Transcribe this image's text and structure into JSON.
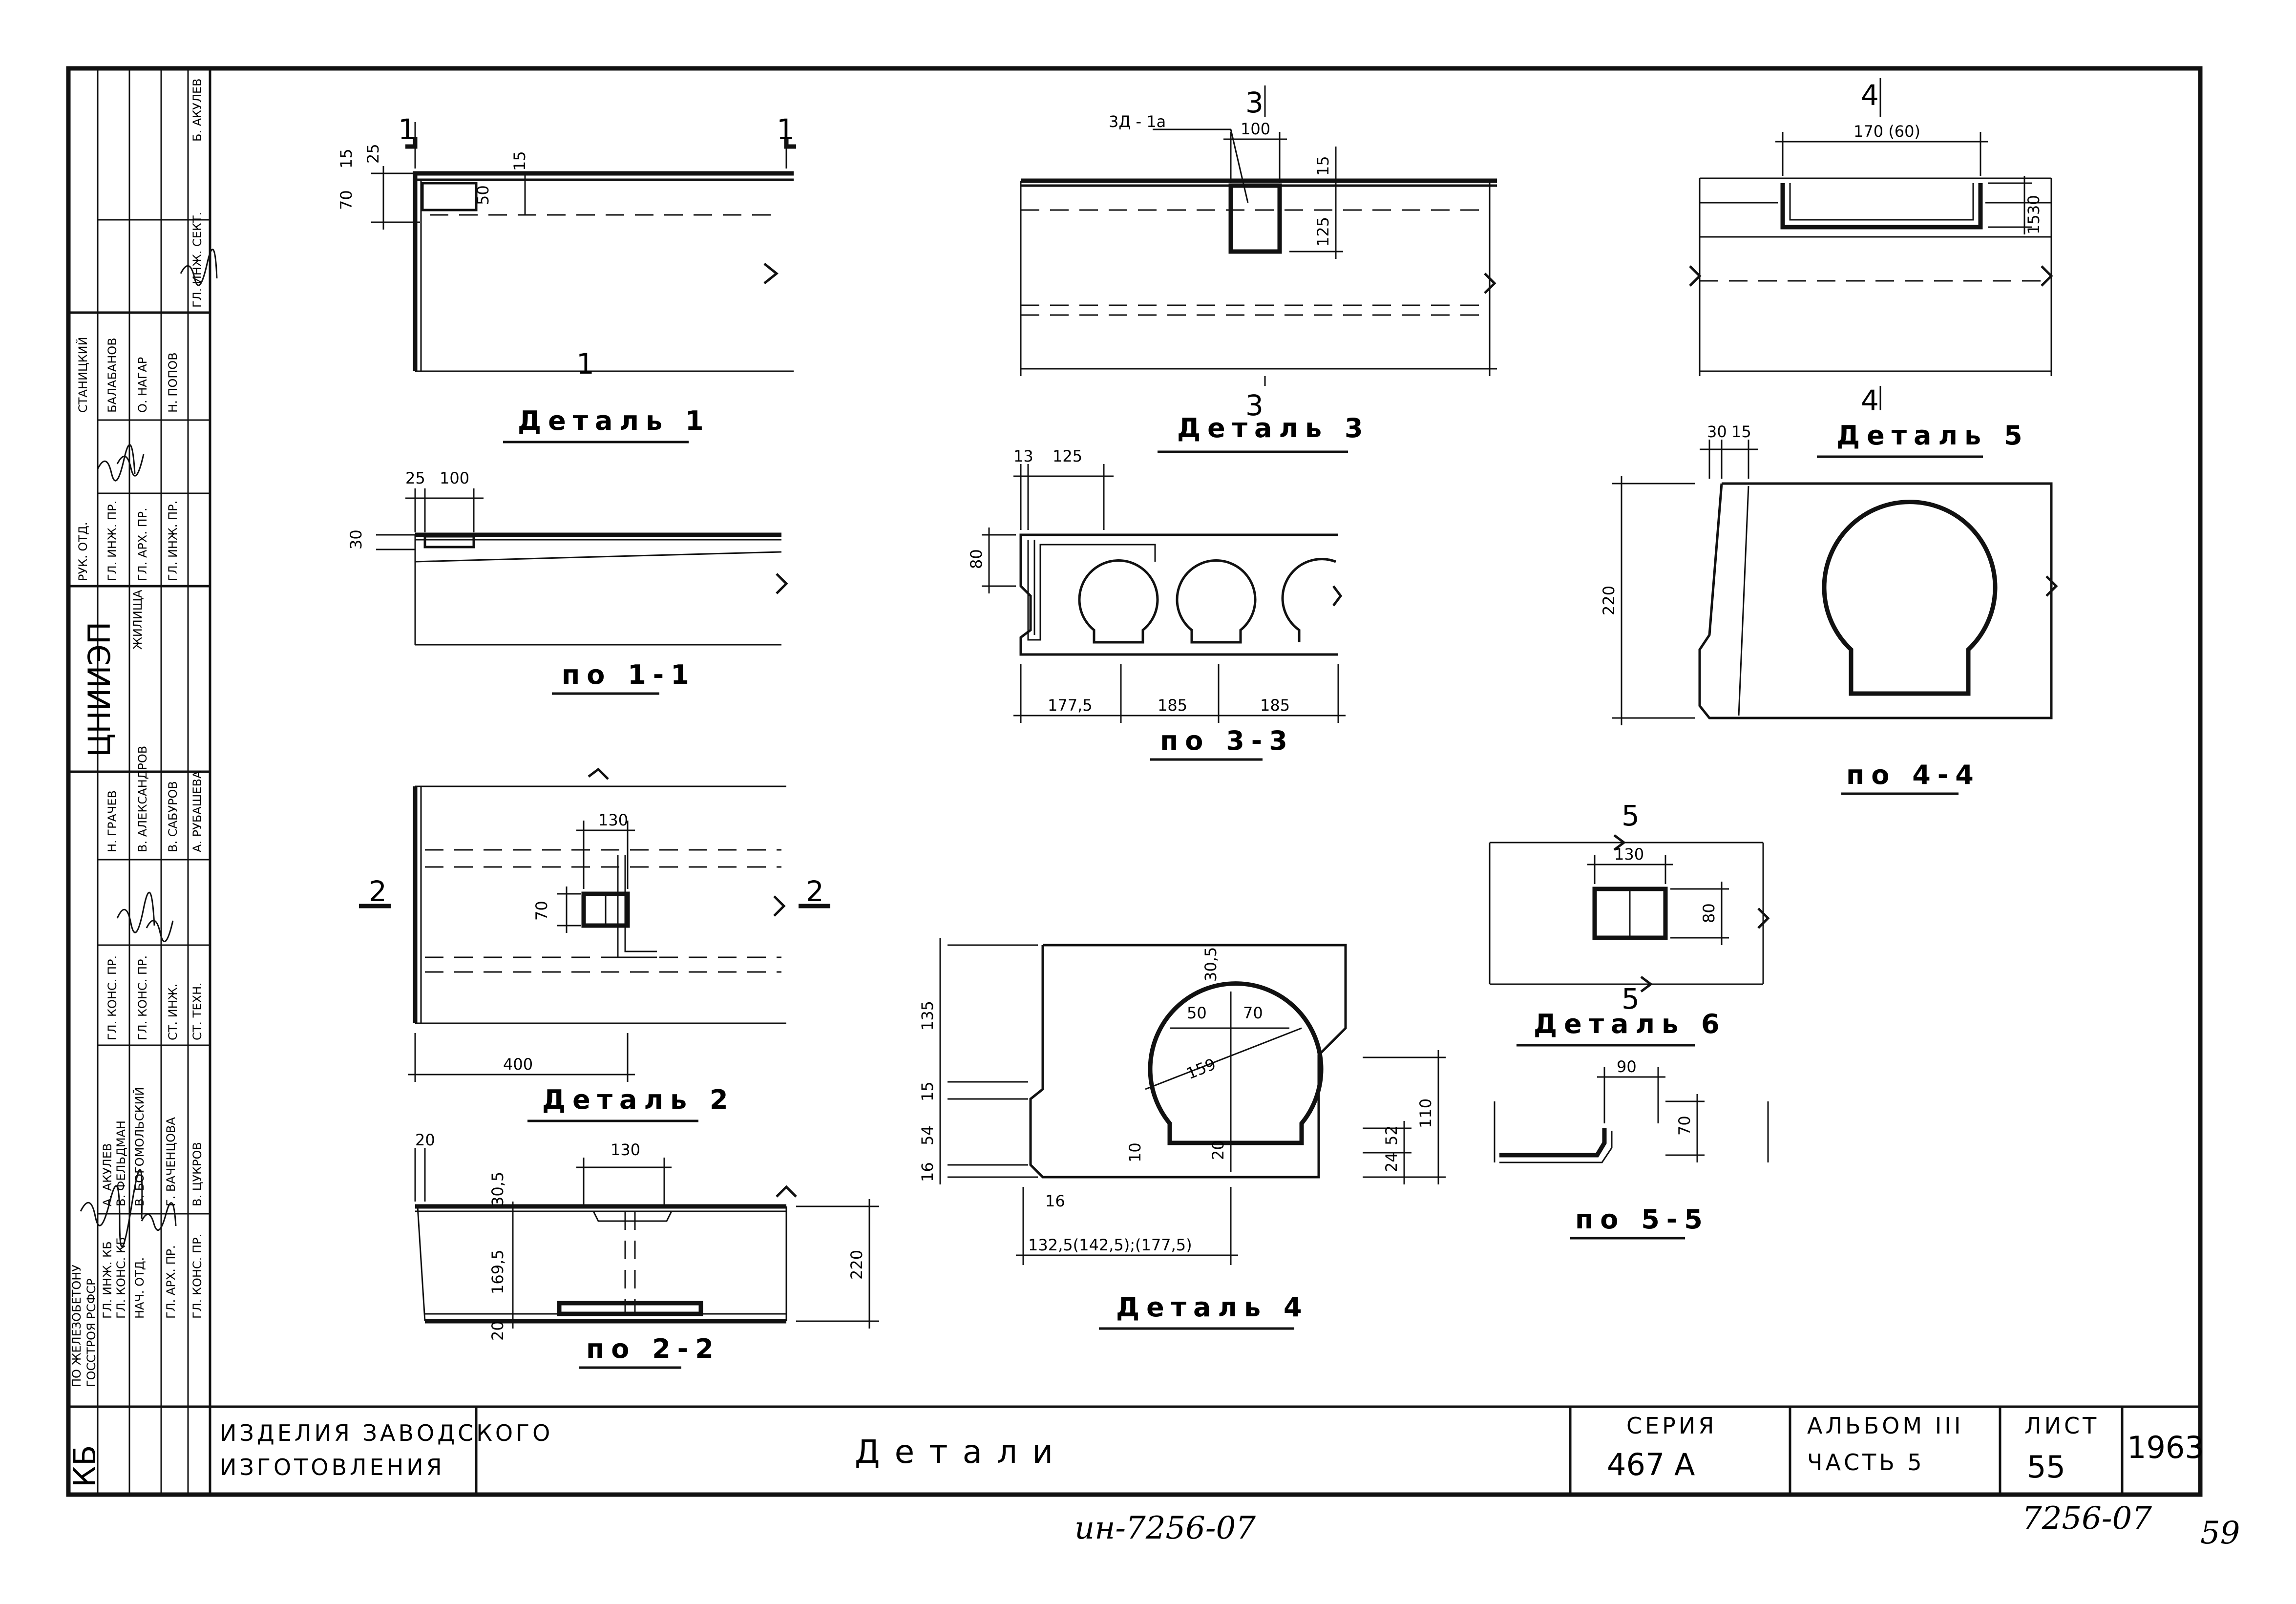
{
  "details": {
    "d1": {
      "caption": "Деталь 1",
      "dims": [
        "70",
        "15",
        "25",
        "15",
        "50",
        "1",
        "1",
        "1"
      ]
    },
    "p11": {
      "caption": "по 1-1",
      "dims": [
        "25",
        "100",
        "30"
      ]
    },
    "d2": {
      "caption": "Деталь 2",
      "dims": [
        "130",
        "70",
        "400",
        "2",
        "2"
      ]
    },
    "p22": {
      "caption": "по 2-2",
      "dims": [
        "20",
        "130",
        "30,5",
        "169,5",
        "20",
        "220"
      ]
    },
    "d3": {
      "caption": "Деталь 3",
      "dims": [
        "3",
        "3",
        "3Д - 1а",
        "100",
        "15",
        "125"
      ]
    },
    "p33": {
      "caption": "по 3-3",
      "dims": [
        "13",
        "125",
        "80",
        "177,5",
        "185",
        "185"
      ]
    },
    "d4": {
      "caption": "Деталь 4",
      "dims": [
        "135",
        "15",
        "54",
        "16",
        "30,5",
        "50",
        "70",
        "159",
        "10",
        "20",
        "24",
        "52",
        "110",
        "16",
        "132,5(142,5);(177,5)"
      ]
    },
    "d5": {
      "caption": "Деталь 5",
      "dims": [
        "4",
        "4",
        "170 (60)",
        "30",
        "15"
      ]
    },
    "p44": {
      "caption": "по 4-4",
      "dims": [
        "30",
        "15",
        "220"
      ]
    },
    "d6": {
      "caption": "Деталь 6",
      "dims": [
        "5",
        "5",
        "130",
        "80"
      ]
    },
    "p55": {
      "caption": "по 5-5",
      "dims": [
        "90",
        "70"
      ]
    }
  },
  "title_block": {
    "product": [
      "ИЗДЕЛИЯ ЗАВОДСКОГО",
      "ИЗГОТОВЛЕНИЯ"
    ],
    "title": "Детали",
    "series_label": "СЕРИЯ",
    "series_value": "467 А",
    "album": [
      "АЛЬБОМ III",
      "ЧАСТЬ 5"
    ],
    "sheet_label": "ЛИСТ",
    "sheet_value": "55",
    "year": "1963"
  },
  "side_stamp": {
    "org": [
      "КБ",
      "ПО ЖЕЛЕЗОБЕТОНУ",
      "ГОССТРОЯ РСФСР"
    ],
    "inst": [
      "ЦНИИЭП",
      "ЖИЛИЩА"
    ],
    "col1_roles": [
      "ГЛ. ИНЖ. КБ",
      "ГЛ. КОНС. КБ",
      "НАЧ. ОТД.",
      "ГЛ. АРХ. ПР.",
      "ГЛ. КОНС. ПР."
    ],
    "col1_names": [
      "А. АКУЛЕВ",
      "В. ФЕЛЬДМАН",
      "В. БОГОМОЛЬСКИЙ",
      "Г. ВАЧЕНЦОВА",
      "В. ЦУКРОВ"
    ],
    "col2_roles": [
      "ГЛ. КОНС. ПР.",
      "ГЛ. КОНС. ПР.",
      "СТ. ИНЖ.",
      "СТ. ТЕХН."
    ],
    "col2_names": [
      "Н. ГРАЧЕВ",
      "В. АЛЕКСАНДРОВ",
      "В. САБУРОВ",
      "А. РУБАШЕВА"
    ],
    "col3_roles": [
      "РУК. ОТД.",
      "ГЛ. ИНЖ. ПР.",
      "ГЛ. АРХ. ПР.",
      "ГЛ. ИНЖ. ПР."
    ],
    "col3_names": [
      "СТАНИЦКИЙ",
      "БАЛАБАНОВ",
      "О. НАГАР",
      "Н. ПОПОВ"
    ],
    "col4_roles": [
      "ГЛ. ИНЖ. СЕКТ."
    ],
    "col4_names": [
      "Б. АКУЛЕВ"
    ]
  },
  "handwritten": {
    "inv_left": "ин-7256-07",
    "inv_right": "7256-07",
    "page": "59"
  }
}
